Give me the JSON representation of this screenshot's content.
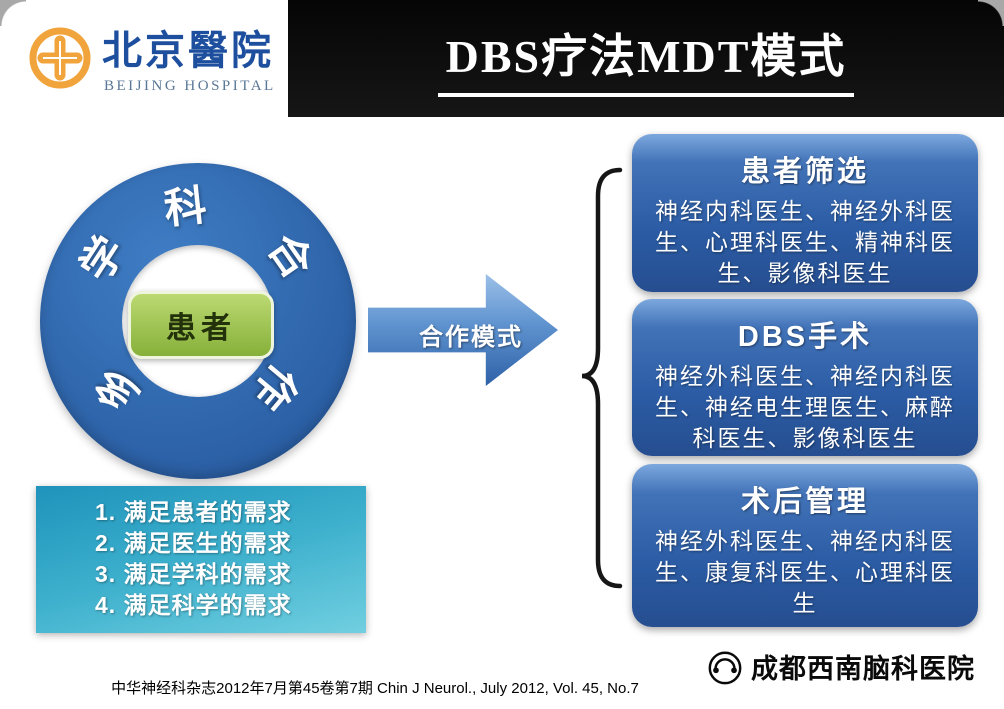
{
  "header": {
    "hospital_cn": "北京醫院",
    "hospital_en": "BEIJING HOSPITAL",
    "title": "DBS疗法MDT模式"
  },
  "diagram": {
    "ring_chars": [
      "多",
      "学",
      "科",
      "合",
      "作"
    ],
    "center_label": "患者",
    "arrow_label": "合作模式",
    "boxes": [
      {
        "title": "患者筛选",
        "body": "神经内科医生、神经外科医生、心理科医生、精神科医生、影像科医生"
      },
      {
        "title": "DBS手术",
        "body": "神经外科医生、神经内科医生、神经电生理医生、麻醉科医生、影像科医生"
      },
      {
        "title": "术后管理",
        "body": "神经外科医生、神经内科医生、康复科医生、心理科医生"
      }
    ],
    "needs": [
      "1. 满足患者的需求",
      "2. 满足医生的需求",
      "3. 满足学科的需求",
      "4. 满足科学的需求"
    ]
  },
  "footer": {
    "citation": "中华神经科杂志2012年7月第45卷第7期 Chin J Neurol., July 2012, Vol. 45, No.7",
    "watermark": "成都西南脑科医院"
  },
  "colors": {
    "ring_blue": "#2b63a8",
    "box_blue": "#2d5fa8",
    "teal": "#2aa4c6",
    "green": "#8fb73e",
    "logo_orange": "#f0a43b",
    "title_band": "#0a0a0a"
  }
}
